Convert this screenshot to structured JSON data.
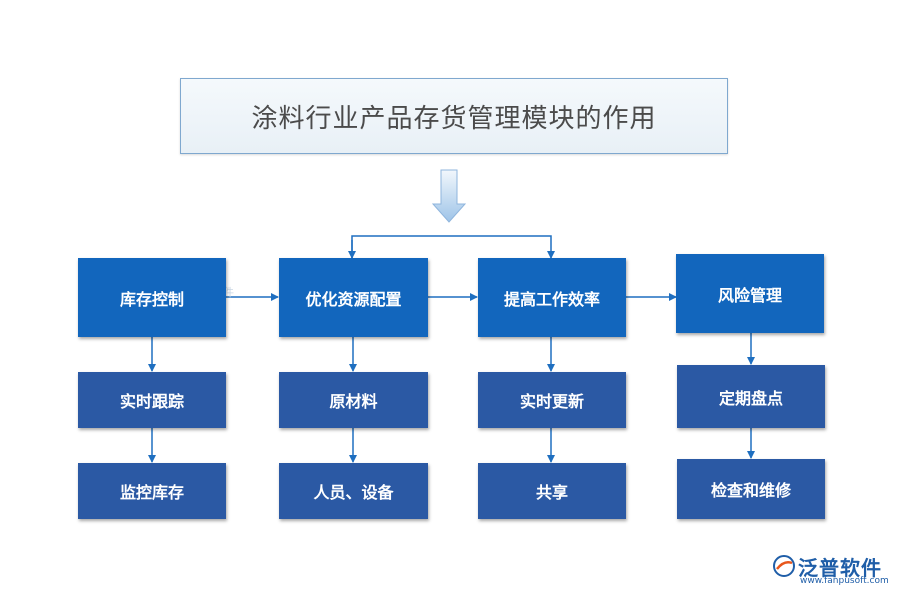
{
  "title": "涂料行业产品存货管理模块的作用",
  "columns": [
    {
      "top": "库存控制",
      "mid": "实时跟踪",
      "bottom": "监控库存"
    },
    {
      "top": "优化资源配置",
      "mid": "原材料",
      "bottom": "人员、设备"
    },
    {
      "top": "提高工作效率",
      "mid": "实时更新",
      "bottom": "共享"
    },
    {
      "top": "风险管理",
      "mid": "定期盘点",
      "bottom": "检查和维修"
    }
  ],
  "watermark": "泛普软件",
  "logo": {
    "name": "泛普软件",
    "url": "www.fanpusoft.com"
  },
  "colors": {
    "top_box": "#1266bd",
    "sub_box": "#2b59a4",
    "arrow": "#1f6fc0"
  }
}
